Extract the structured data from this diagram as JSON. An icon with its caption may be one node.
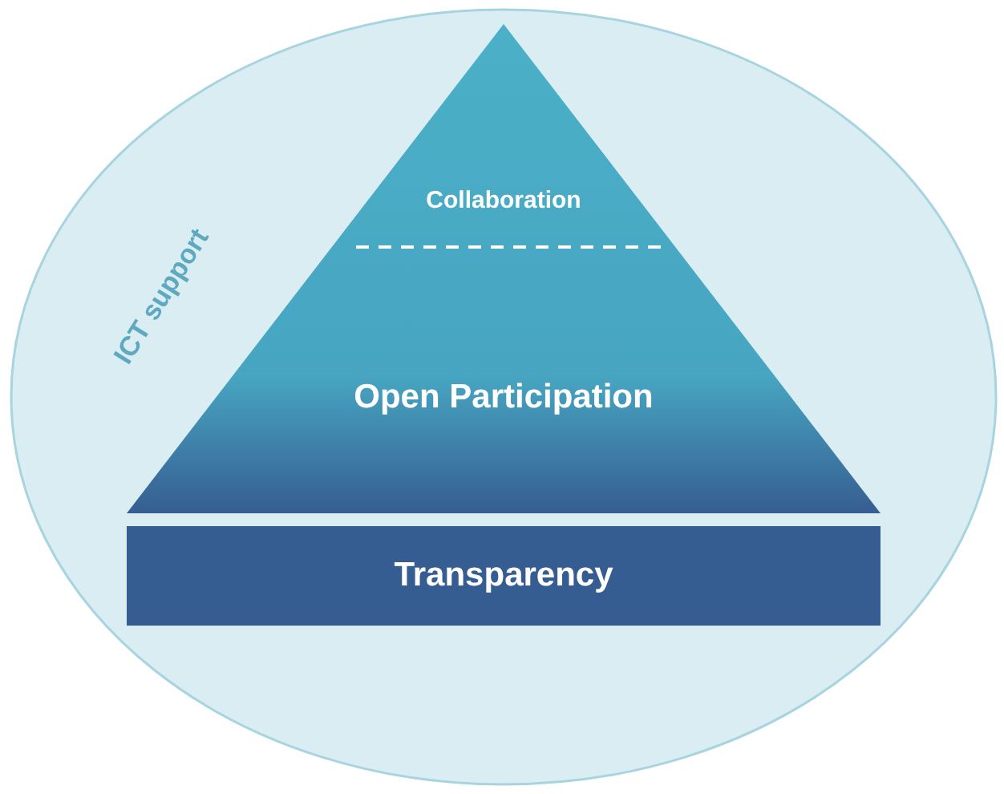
{
  "diagram": {
    "nodes": [
      {
        "text": [
          "ICT support"
        ]
      },
      {
        "text": [
          "Collaboration",
          "Open Participation"
        ],
        "in": 0
      },
      {
        "text": [
          "Transparency"
        ],
        "in": 0
      }
    ]
  }
}
